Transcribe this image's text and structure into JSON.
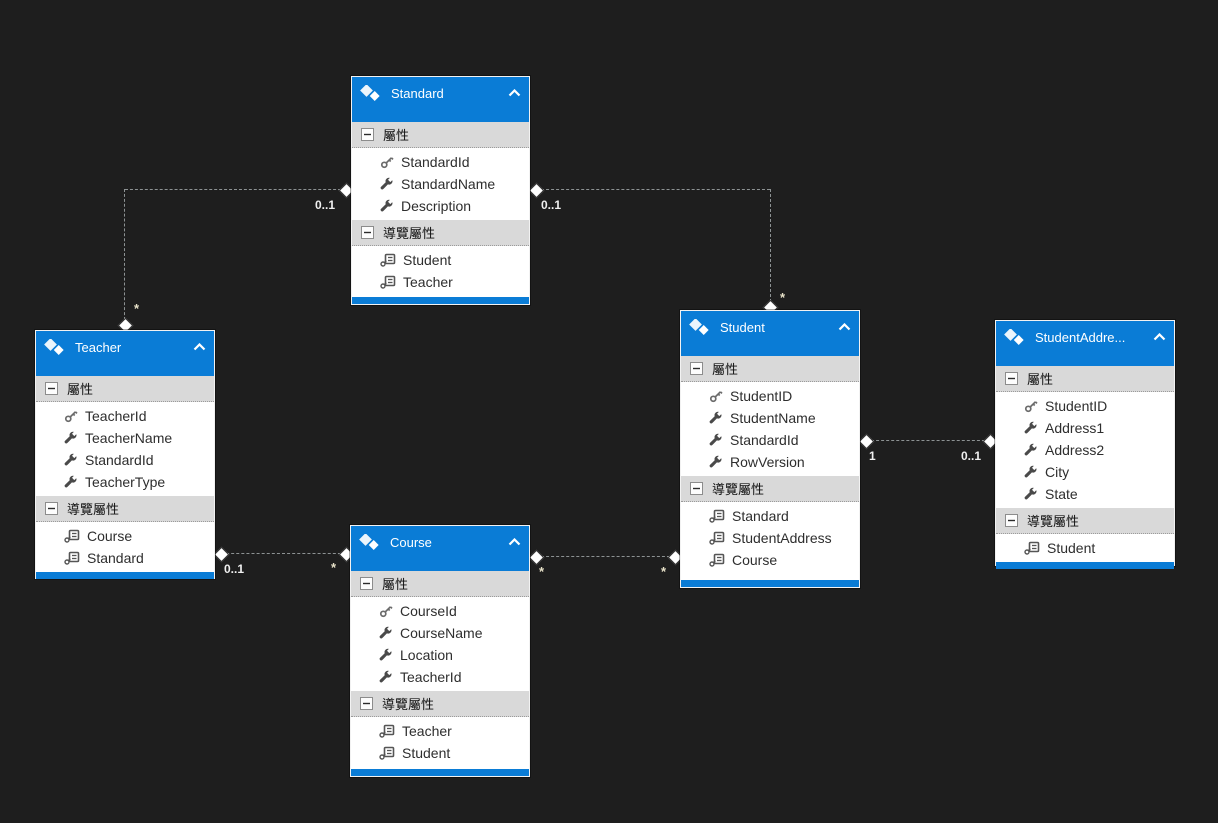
{
  "section_labels": {
    "properties": "屬性",
    "navigation": "導覽屬性"
  },
  "colors": {
    "background": "#1e1e1e",
    "entity_header_blue": "#0a7cd6",
    "section_band_gray": "#d9d9d9",
    "entity_border": "#f2f2f2",
    "connector_line": "#8d9293",
    "multiplicity_text": "#f0f0f0"
  },
  "icons": {
    "entity": "entity-icon",
    "collapse": "chevron-up-icon",
    "expander": "minus-box-icon",
    "key": "key-icon",
    "property": "wrench-icon",
    "navigation": "nav-reference-icon"
  },
  "entities": [
    {
      "title": "Standard",
      "properties": [
        "StandardId",
        "StandardName",
        "Description"
      ],
      "navigation_properties": [
        "Student",
        "Teacher"
      ]
    },
    {
      "title": "Teacher",
      "properties": [
        "TeacherId",
        "TeacherName",
        "StandardId",
        "TeacherType"
      ],
      "navigation_properties": [
        "Course",
        "Standard"
      ]
    },
    {
      "title": "Student",
      "properties": [
        "StudentID",
        "StudentName",
        "StandardId",
        "RowVersion"
      ],
      "navigation_properties": [
        "Standard",
        "StudentAddress",
        "Course"
      ]
    },
    {
      "title": "StudentAddre...",
      "properties": [
        "StudentID",
        "Address1",
        "Address2",
        "City",
        "State"
      ],
      "navigation_properties": [
        "Student"
      ]
    },
    {
      "title": "Course",
      "properties": [
        "CourseId",
        "CourseName",
        "Location",
        "TeacherId"
      ],
      "navigation_properties": [
        "Teacher",
        "Student"
      ]
    }
  ],
  "connectors": [
    {
      "from": "Standard",
      "to": "Teacher",
      "from_label": "0..1",
      "to_label": "*"
    },
    {
      "from": "Standard",
      "to": "Student",
      "from_label": "0..1",
      "to_label": "*"
    },
    {
      "from": "Teacher",
      "to": "Course",
      "from_label": "0..1",
      "to_label": "*"
    },
    {
      "from": "Course",
      "to": "Student",
      "from_label": "*",
      "to_label": "*"
    },
    {
      "from": "Student",
      "to": "StudentAddress",
      "from_label": "1",
      "to_label": "0..1"
    }
  ]
}
